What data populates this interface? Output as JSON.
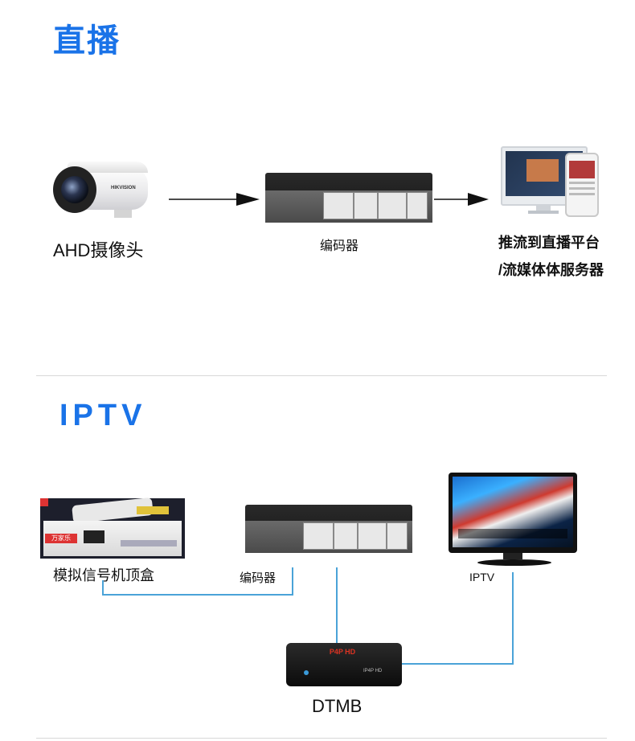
{
  "sections": {
    "live": {
      "title": "直播",
      "camera_label": "AHD摄像头",
      "encoder_label": "编码器",
      "platform_label_line1": "推流到直播平台",
      "platform_label_line2": "/流媒体体服务器",
      "camera_brand": "HIKVISION"
    },
    "iptv": {
      "title": "IPTV",
      "stb_label": "模拟信号机顶盒",
      "encoder_label": "编码器",
      "tv_label": "IPTV",
      "dtmb_label": "DTMB",
      "stb_brand": "万家乐",
      "dtmb_brand": "P4P HD",
      "dtmb_panel": "IP4P HD"
    }
  },
  "colors": {
    "title": "#1a73e8",
    "connector": "#4aa3d8",
    "arrow": "#111111",
    "divider": "#d8d8d8"
  }
}
